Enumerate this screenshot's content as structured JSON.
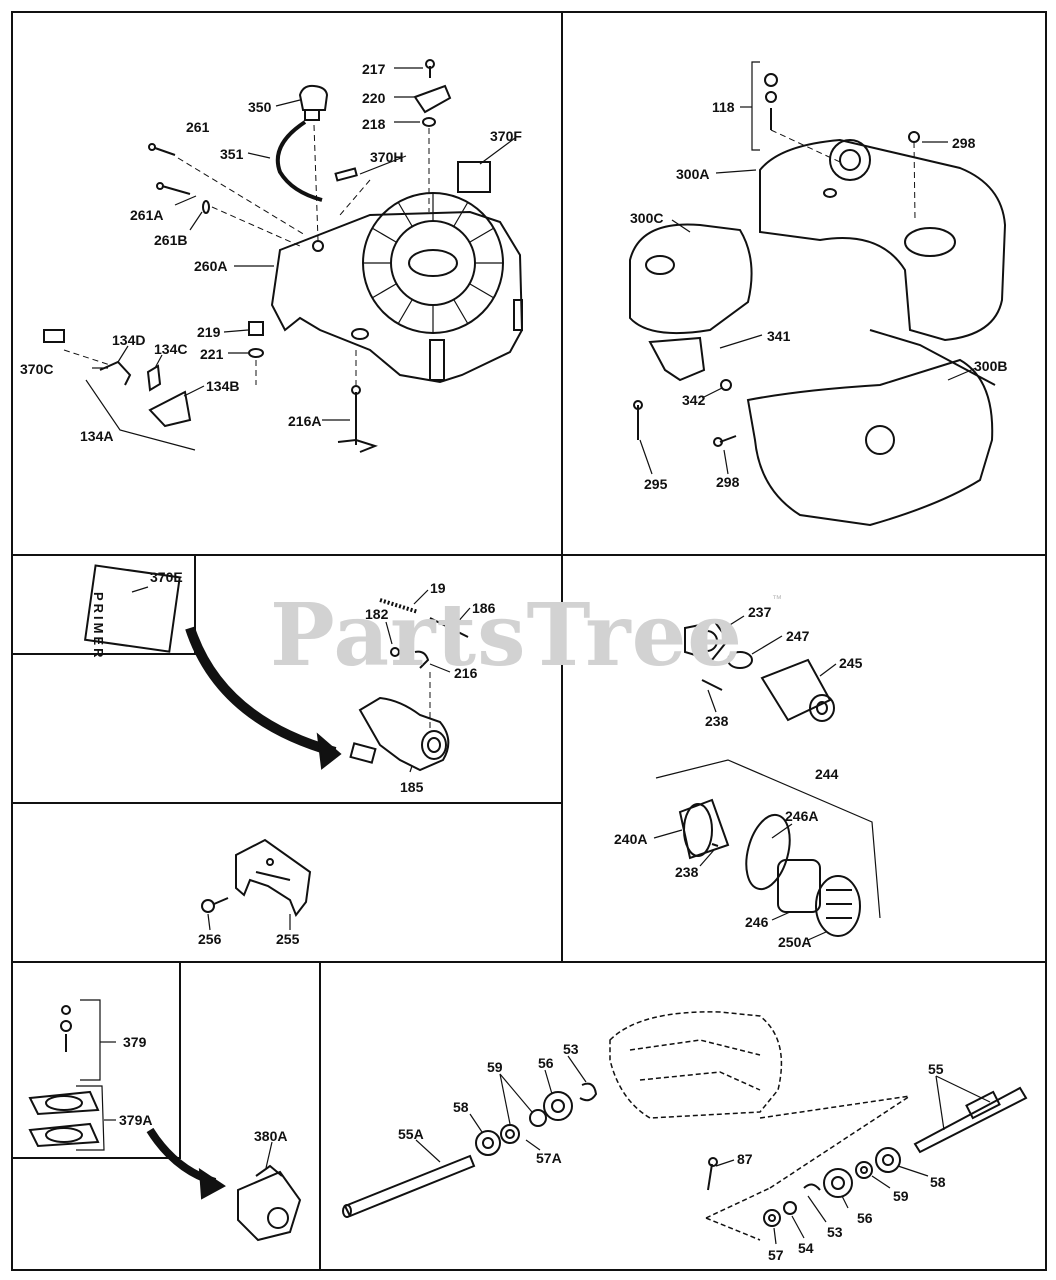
{
  "watermark": {
    "text": "PartsTree",
    "tm": "™"
  },
  "primer_sticker_text": "PRIMER",
  "labels": {
    "p217": "217",
    "p350": "350",
    "p220": "220",
    "p218": "218",
    "p261": "261",
    "p370F": "370F",
    "p351": "351",
    "p370H": "370H",
    "p261A": "261A",
    "p261B": "261B",
    "p260A": "260A",
    "p134D": "134D",
    "p134C": "134C",
    "p219": "219",
    "p221": "221",
    "p370C": "370C",
    "p134B": "134B",
    "p134A": "134A",
    "p216A": "216A",
    "p118": "118",
    "p298a": "298",
    "p300A": "300A",
    "p300C": "300C",
    "p341": "341",
    "p300B": "300B",
    "p342": "342",
    "p295": "295",
    "p298b": "298",
    "p370E": "370E",
    "p19": "19",
    "p182": "182",
    "p186": "186",
    "p216": "216",
    "p185": "185",
    "p237": "237",
    "p247": "247",
    "p245": "245",
    "p238a": "238",
    "p244": "244",
    "p240A": "240A",
    "p246A": "246A",
    "p238b": "238",
    "p246": "246",
    "p250A": "250A",
    "p256": "256",
    "p255": "255",
    "p379": "379",
    "p379A": "379A",
    "p380A": "380A",
    "p55A": "55A",
    "p58a": "58",
    "p59a": "59",
    "p56a": "56",
    "p53a": "53",
    "p57A": "57A",
    "p55": "55",
    "p87": "87",
    "p59b": "59",
    "p58b": "58",
    "p56b": "56",
    "p53b": "53",
    "p54": "54",
    "p57": "57"
  }
}
